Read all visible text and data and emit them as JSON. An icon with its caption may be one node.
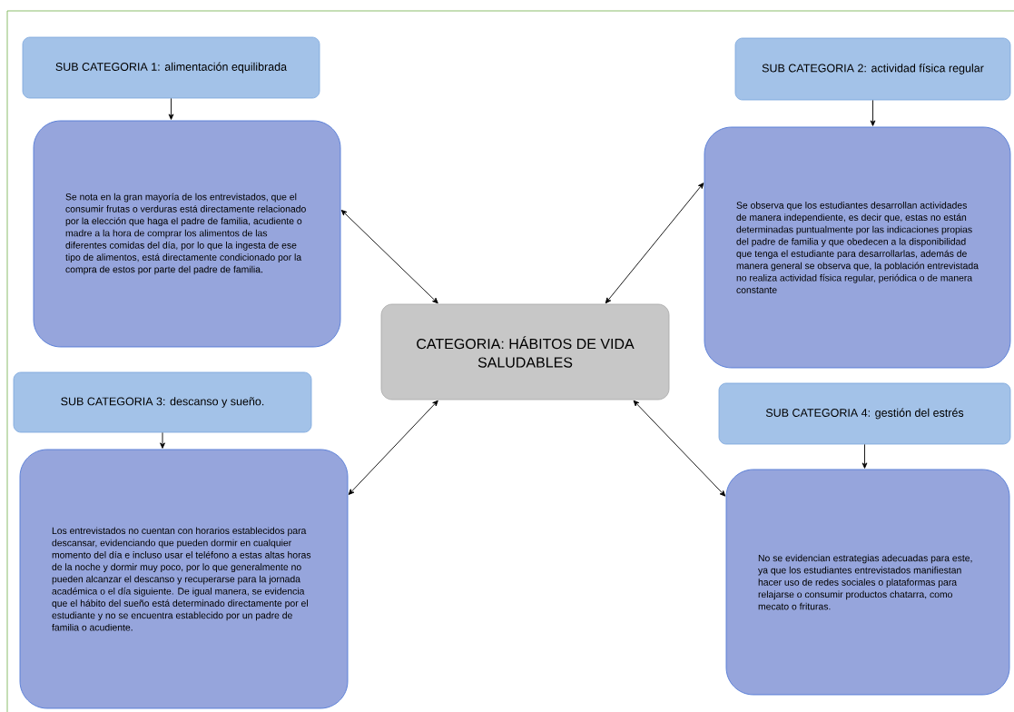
{
  "diagram": {
    "nodes": [
      {
        "text": [
          "CATEGORIA: HÁBITOS DE VIDA SALUDABLES"
        ]
      },
      {
        "text": [
          "SUB CATEGORIA 1: alimentación equilibrada"
        ]
      },
      {
        "text": [
          "Se nota en la gran mayoría de los entrevistados, que el consumir frutas o verduras está directamente relacionado por la elección que haga el padre de familia, acudiente o madre a la hora de comprar los alimentos de las diferentes comidas del día, por lo que la ingesta de ese tipo de alimentos, está directamente condicionado por la compra de estos por parte del padre de familia."
        ]
      },
      {
        "text": [
          "SUB CATEGORIA 2: actividad física regular"
        ]
      },
      {
        "text": [
          "Se observa que los estudiantes desarrollan actividades de manera independiente, es decir que, estas no están determinadas puntualmente por las indicaciones propias del padre de familia y que obedecen a la disponibilidad que tenga el estudiante para desarrollarlas, además de manera general se observa que, la población entrevistada no realiza actividad física regular, periódica o de manera constante"
        ]
      },
      {
        "text": [
          "SUB CATEGORIA 3: descanso y sueño."
        ]
      },
      {
        "text": [
          "Los entrevistados no cuentan con horarios establecidos para descansar, evidenciando que pueden dormir en cualquier momento del día e incluso usar el teléfono a estas altas horas de la noche y dormir muy poco, por lo que generalmente no pueden alcanzar el descanso y recuperarse para la jornada académica o el día siguiente. De igual manera, se evidencia que el hábito del sueño está determinado directamente por el estudiante y no se encuentra establecido por un padre de familia o acudiente."
        ]
      },
      {
        "text": [
          "SUB CATEGORIA 4: gestión del estrés"
        ]
      },
      {
        "text": [
          "No se evidencian estrategias adecuadas para este, ya que los estudiantes entrevistados manifiestan hacer uso de redes sociales o plataformas para relajarse o consumir productos chatarra, como mecato o frituras."
        ]
      }
    ],
    "edges": [
      {
        "from": 1,
        "to": 2,
        "arrow": "to"
      },
      {
        "from": 3,
        "to": 4,
        "arrow": "to"
      },
      {
        "from": 5,
        "to": 6,
        "arrow": "to"
      },
      {
        "from": 7,
        "to": 8,
        "arrow": "to"
      },
      {
        "from": 0,
        "to": 2,
        "arrow": "both"
      },
      {
        "from": 0,
        "to": 4,
        "arrow": "both"
      },
      {
        "from": 0,
        "to": 6,
        "arrow": "both"
      },
      {
        "from": 0,
        "to": 8,
        "arrow": "both"
      }
    ]
  }
}
